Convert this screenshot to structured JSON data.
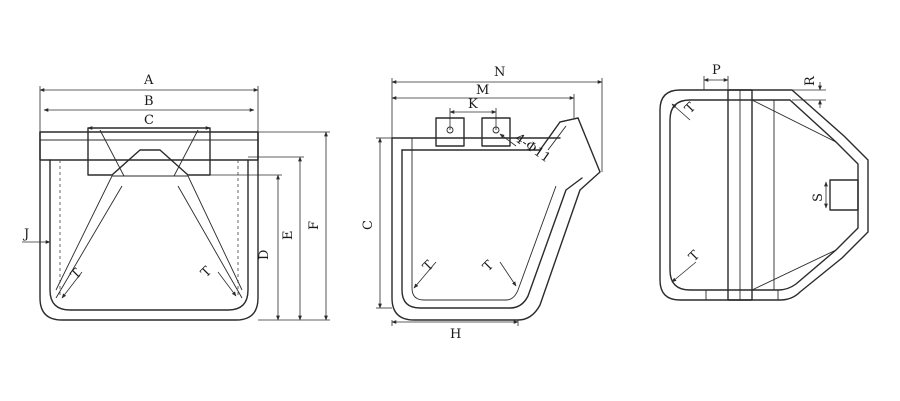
{
  "views": {
    "front": {
      "labels": {
        "a": "A",
        "b": "B",
        "c": "C",
        "d": "D",
        "e": "E",
        "f": "F",
        "j": "J",
        "t1": "T",
        "t2": "T"
      }
    },
    "side": {
      "labels": {
        "n": "N",
        "m": "M",
        "k": "K",
        "c": "C",
        "h": "H",
        "hole": "4-Φ11",
        "t1": "T",
        "t2": "T"
      }
    },
    "top": {
      "labels": {
        "p": "P",
        "r": "R",
        "s": "S",
        "t1": "T",
        "t2": "T"
      }
    }
  },
  "colors": {
    "line": "#2b2b2b",
    "background": "#ffffff"
  }
}
